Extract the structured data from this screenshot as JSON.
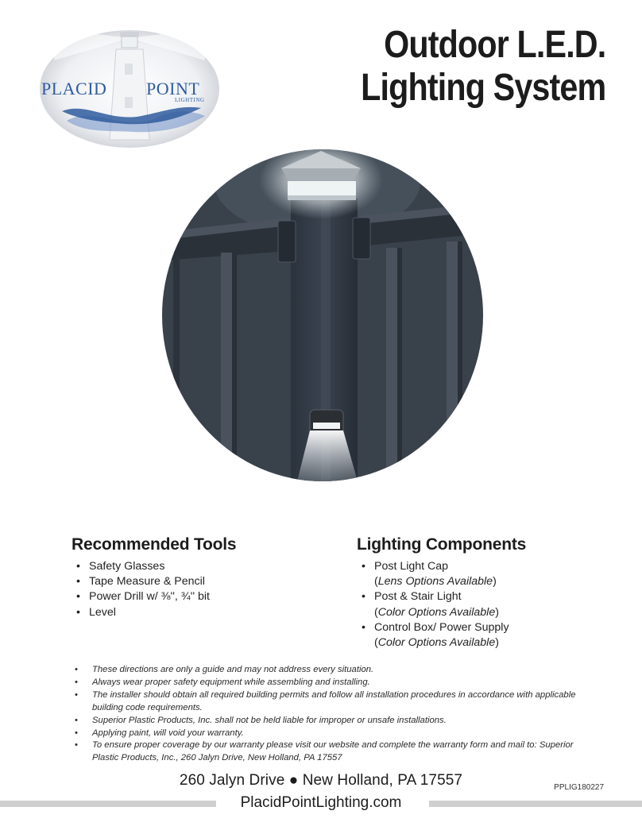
{
  "logo": {
    "word1": "PLACID",
    "word2": "POINT",
    "tagline": "LIGHTING"
  },
  "title": {
    "line1": "Outdoor L.E.D.",
    "line2": "Lighting System"
  },
  "tools": {
    "heading": "Recommended Tools",
    "items": [
      "Safety Glasses",
      "Tape Measure & Pencil",
      "Power Drill w/ ⅜'', ¾'' bit",
      "Level"
    ]
  },
  "components": {
    "heading": "Lighting Components",
    "items": [
      {
        "name": "Post Light Cap",
        "option": "Lens Options Available"
      },
      {
        "name": "Post & Stair Light",
        "option": "Color Options Available"
      },
      {
        "name": "Control Box/ Power Supply",
        "option": "Color Options Available"
      }
    ]
  },
  "notes": [
    "These directions are only a guide and may not address every situation.",
    "Always wear proper safety equipment while assembling and installing.",
    "The installer should obtain all required building permits and follow all installation procedures in accordance with applicable building code requirements.",
    "Superior Plastic Products, Inc. shall not be held liable for improper or unsafe installations.",
    "Applying paint, will void your warranty.",
    "To ensure proper coverage by our warranty please visit our website and complete the warranty form and mail to: Superior Plastic Products, Inc., 260 Jalyn Drive, New Holland, PA 17557"
  ],
  "footer": {
    "address": "260 Jalyn Drive ● New Holland, PA 17557",
    "website": "PlacidPointLighting.com",
    "code": "PPLIG180227"
  },
  "colors": {
    "brand_blue": "#2f5c9e",
    "post_dark": "#2d3540",
    "glow": "#f2f6f7"
  }
}
